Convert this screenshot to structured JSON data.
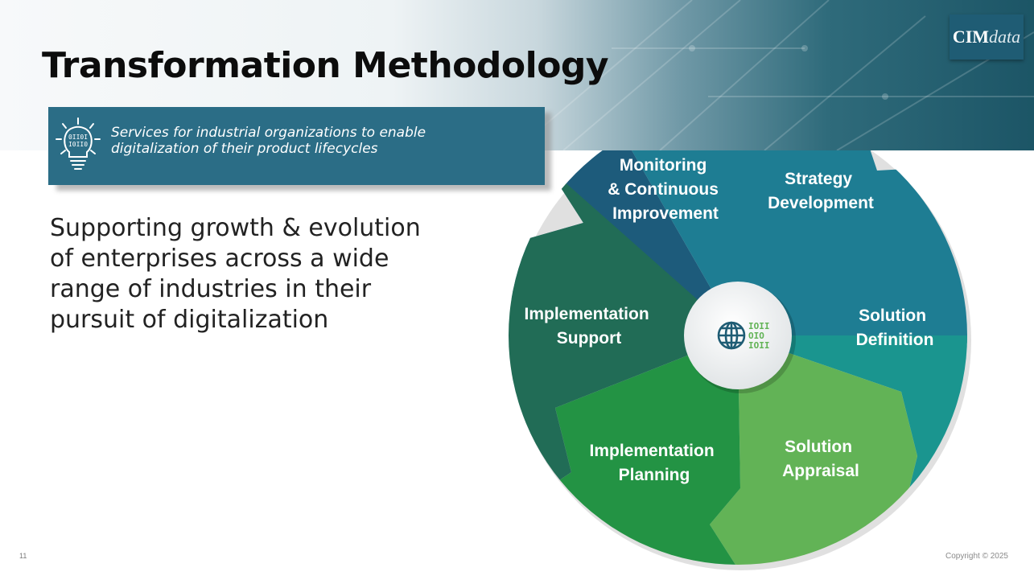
{
  "slide": {
    "title": "Transformation Methodology",
    "brand": {
      "strong": "CIM",
      "light": "data"
    },
    "banner": {
      "icon": "lightbulb-binary-icon",
      "text_line1": "Services for industrial organizations to enable",
      "text_line2": "digitalization of their product lifecycles"
    },
    "lead_text": {
      "line1": "Supporting growth & evolution",
      "line2": "of enterprises across a wide",
      "line3": "range of industries in their",
      "line4": "pursuit of digitalization"
    },
    "wheel": {
      "center_icon": "globe-binary-icon",
      "center_digits": [
        "IOII",
        "OIO",
        "IOII"
      ],
      "segments": [
        {
          "label_lines": [
            "Monitoring",
            "& Continuous",
            "Improvement"
          ],
          "color": "#1d5b7b"
        },
        {
          "label_lines": [
            "Strategy",
            "Development"
          ],
          "color": "#1e7d93"
        },
        {
          "label_lines": [
            "Solution",
            "Definition"
          ],
          "color": "#1a958f"
        },
        {
          "label_lines": [
            "Solution",
            "Appraisal"
          ],
          "color": "#62b356"
        },
        {
          "label_lines": [
            "Implementation",
            "Planning"
          ],
          "color": "#239344"
        },
        {
          "label_lines": [
            "Implementation",
            "Support"
          ],
          "color": "#216c56"
        }
      ]
    },
    "slide_number": "11",
    "copyright": "Copyright © 2025"
  }
}
